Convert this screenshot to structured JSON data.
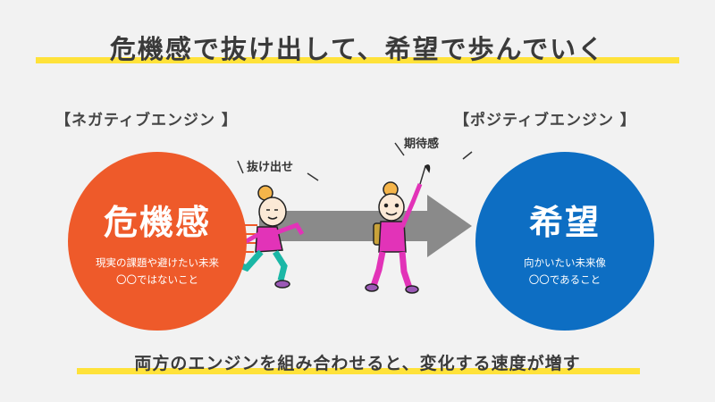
{
  "title": "危機感で抜け出して、希望で歩んでいく",
  "negative": {
    "label": "【ネガティブエンジン 】",
    "big": "危機感",
    "line1": "現実の課題や避けたい未来",
    "line2": "〇〇ではないこと",
    "callout": "抜け出せ",
    "color": "#ee5a2a"
  },
  "positive": {
    "label": "【ポジティブエンジン 】",
    "big": "希望",
    "line1": "向かいたい未来像",
    "line2": "〇〇であること",
    "callout": "期待感",
    "color": "#0d6ec3"
  },
  "footer": "両方のエンジンを組み合わせると、変化する速度が増す",
  "colors": {
    "highlight": "#ffe23a",
    "arrow": "#8a8a8a",
    "shirt": "#e233b8",
    "pants": "#1bb7a6"
  }
}
